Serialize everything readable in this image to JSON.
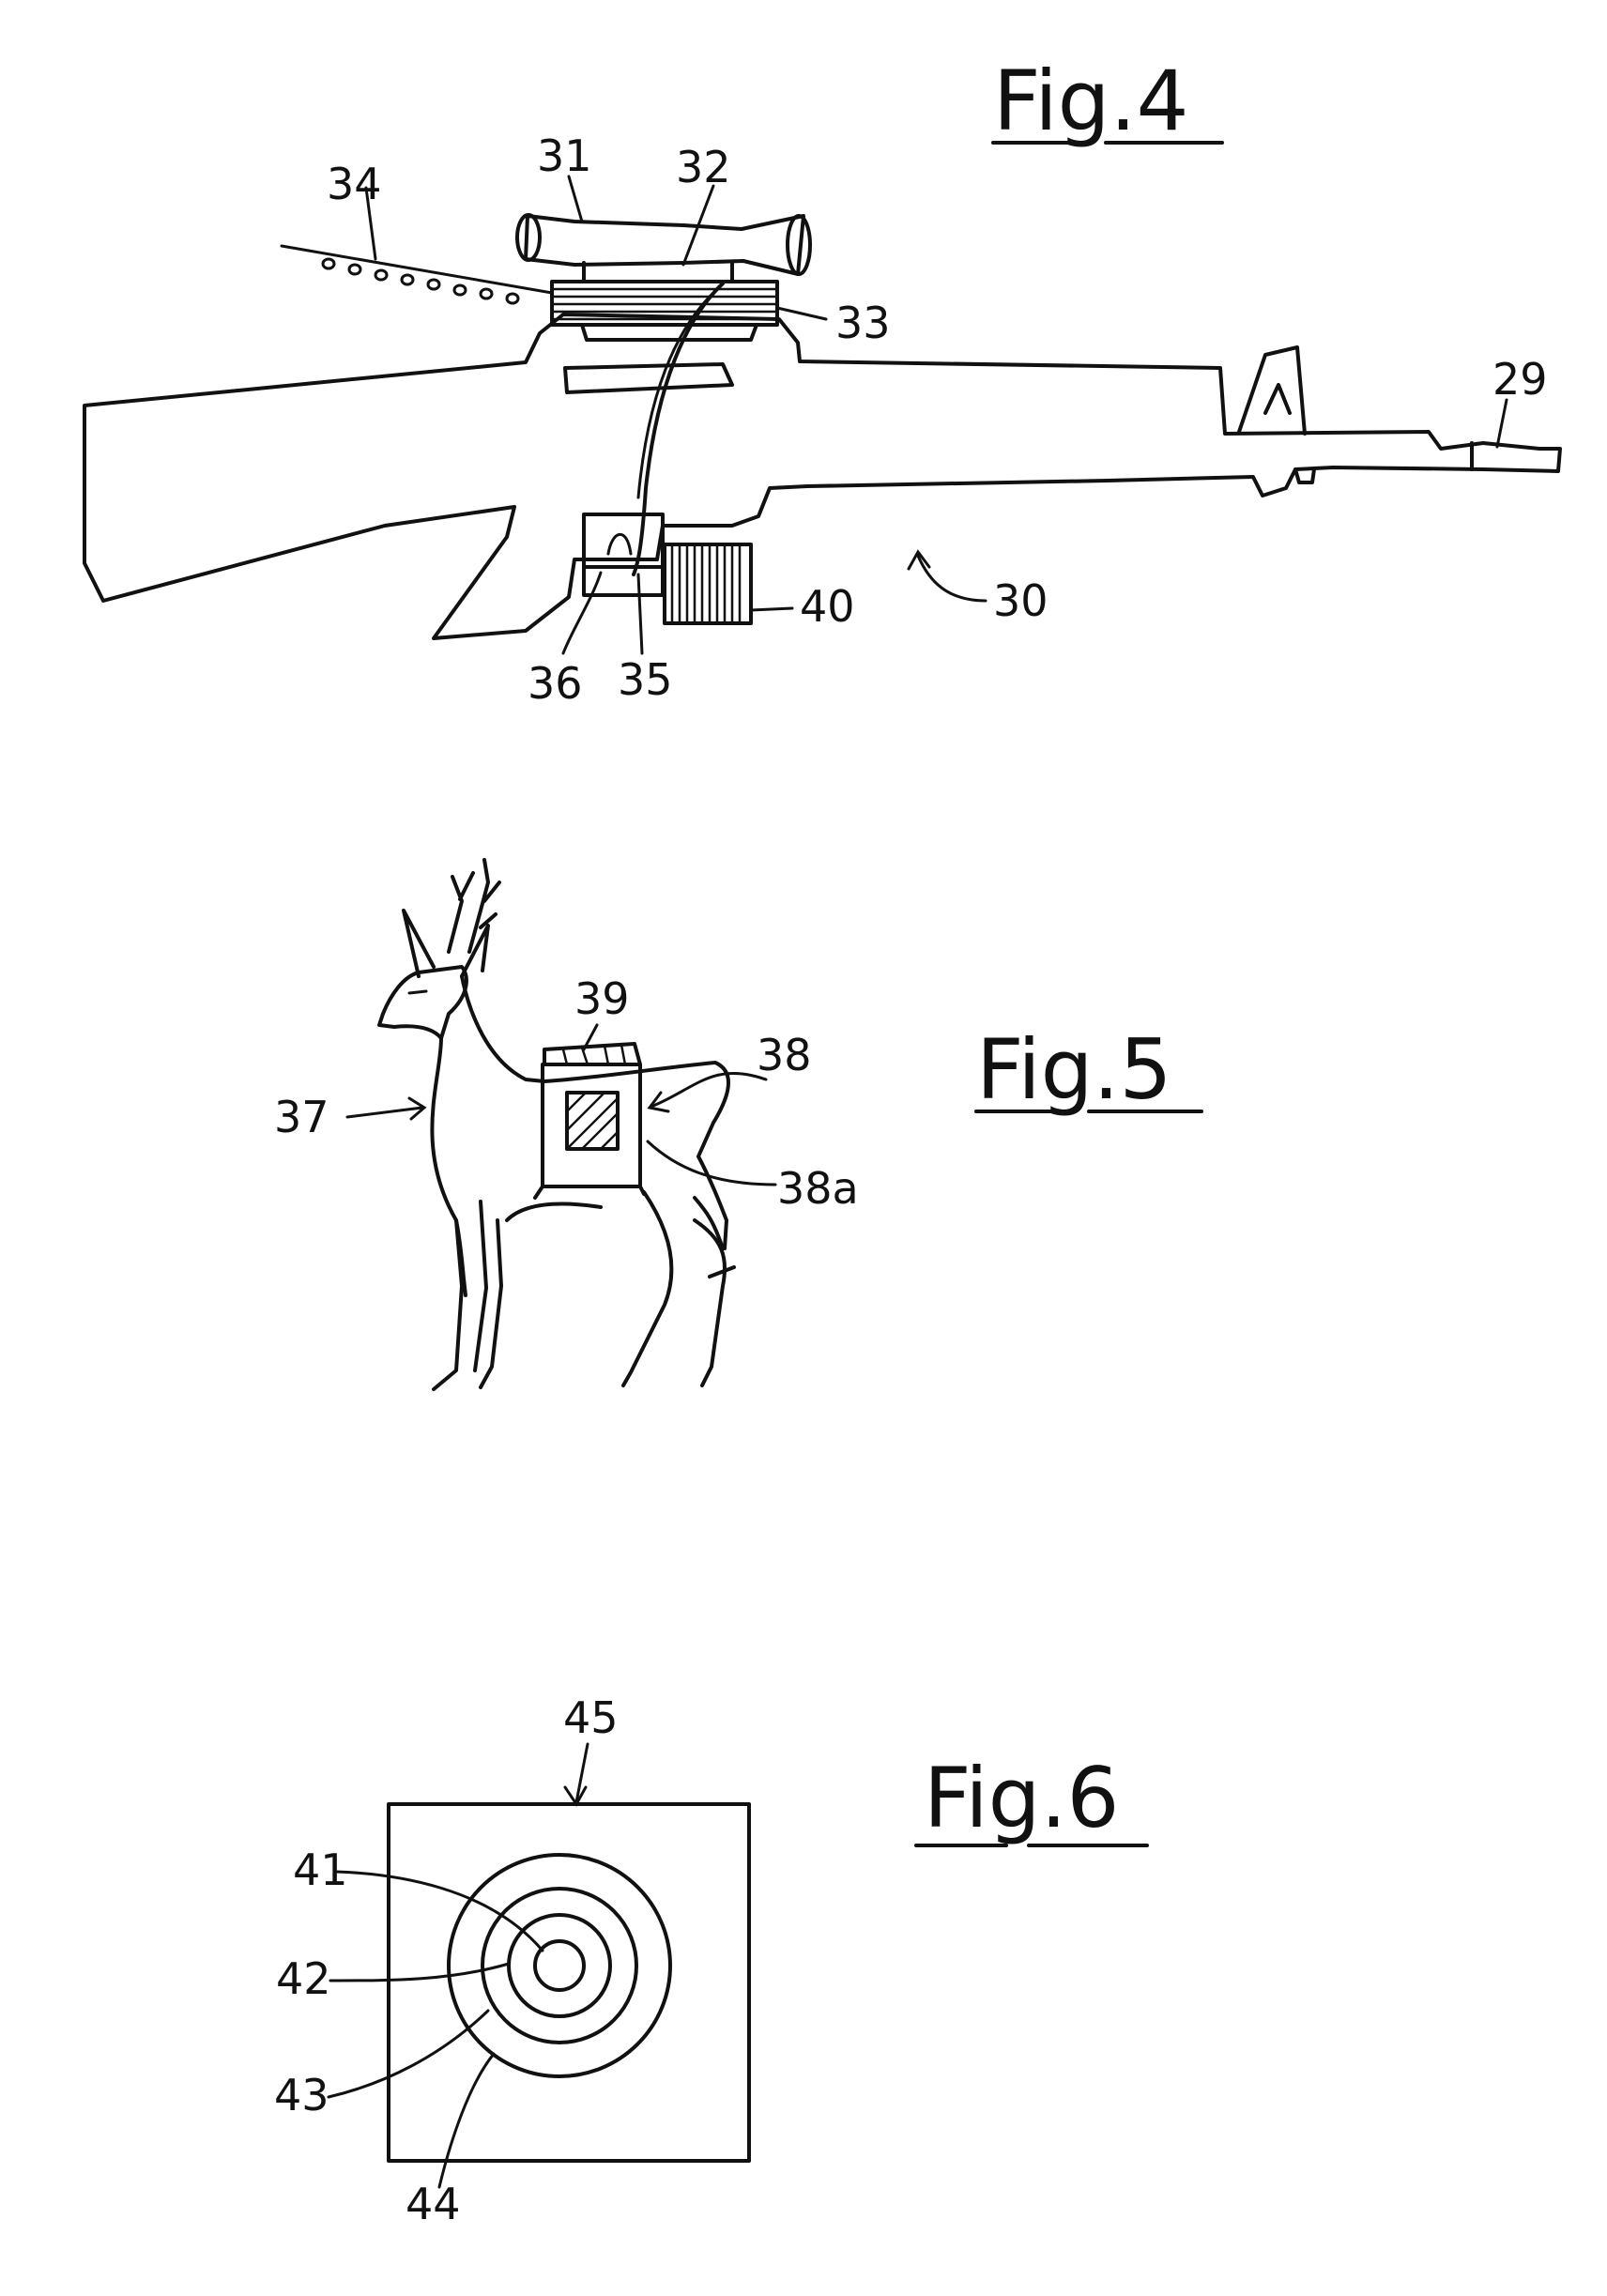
{
  "figures": {
    "fig4": {
      "title": "Fig.4",
      "labels": [
        "31",
        "32",
        "34",
        "33",
        "29",
        "30",
        "40",
        "36",
        "35"
      ]
    },
    "fig5": {
      "title": "Fig.5",
      "labels": [
        "39",
        "38",
        "37",
        "38a"
      ]
    },
    "fig6": {
      "title": "Fig.6",
      "labels": [
        "45",
        "41",
        "42",
        "43",
        "44"
      ]
    }
  }
}
